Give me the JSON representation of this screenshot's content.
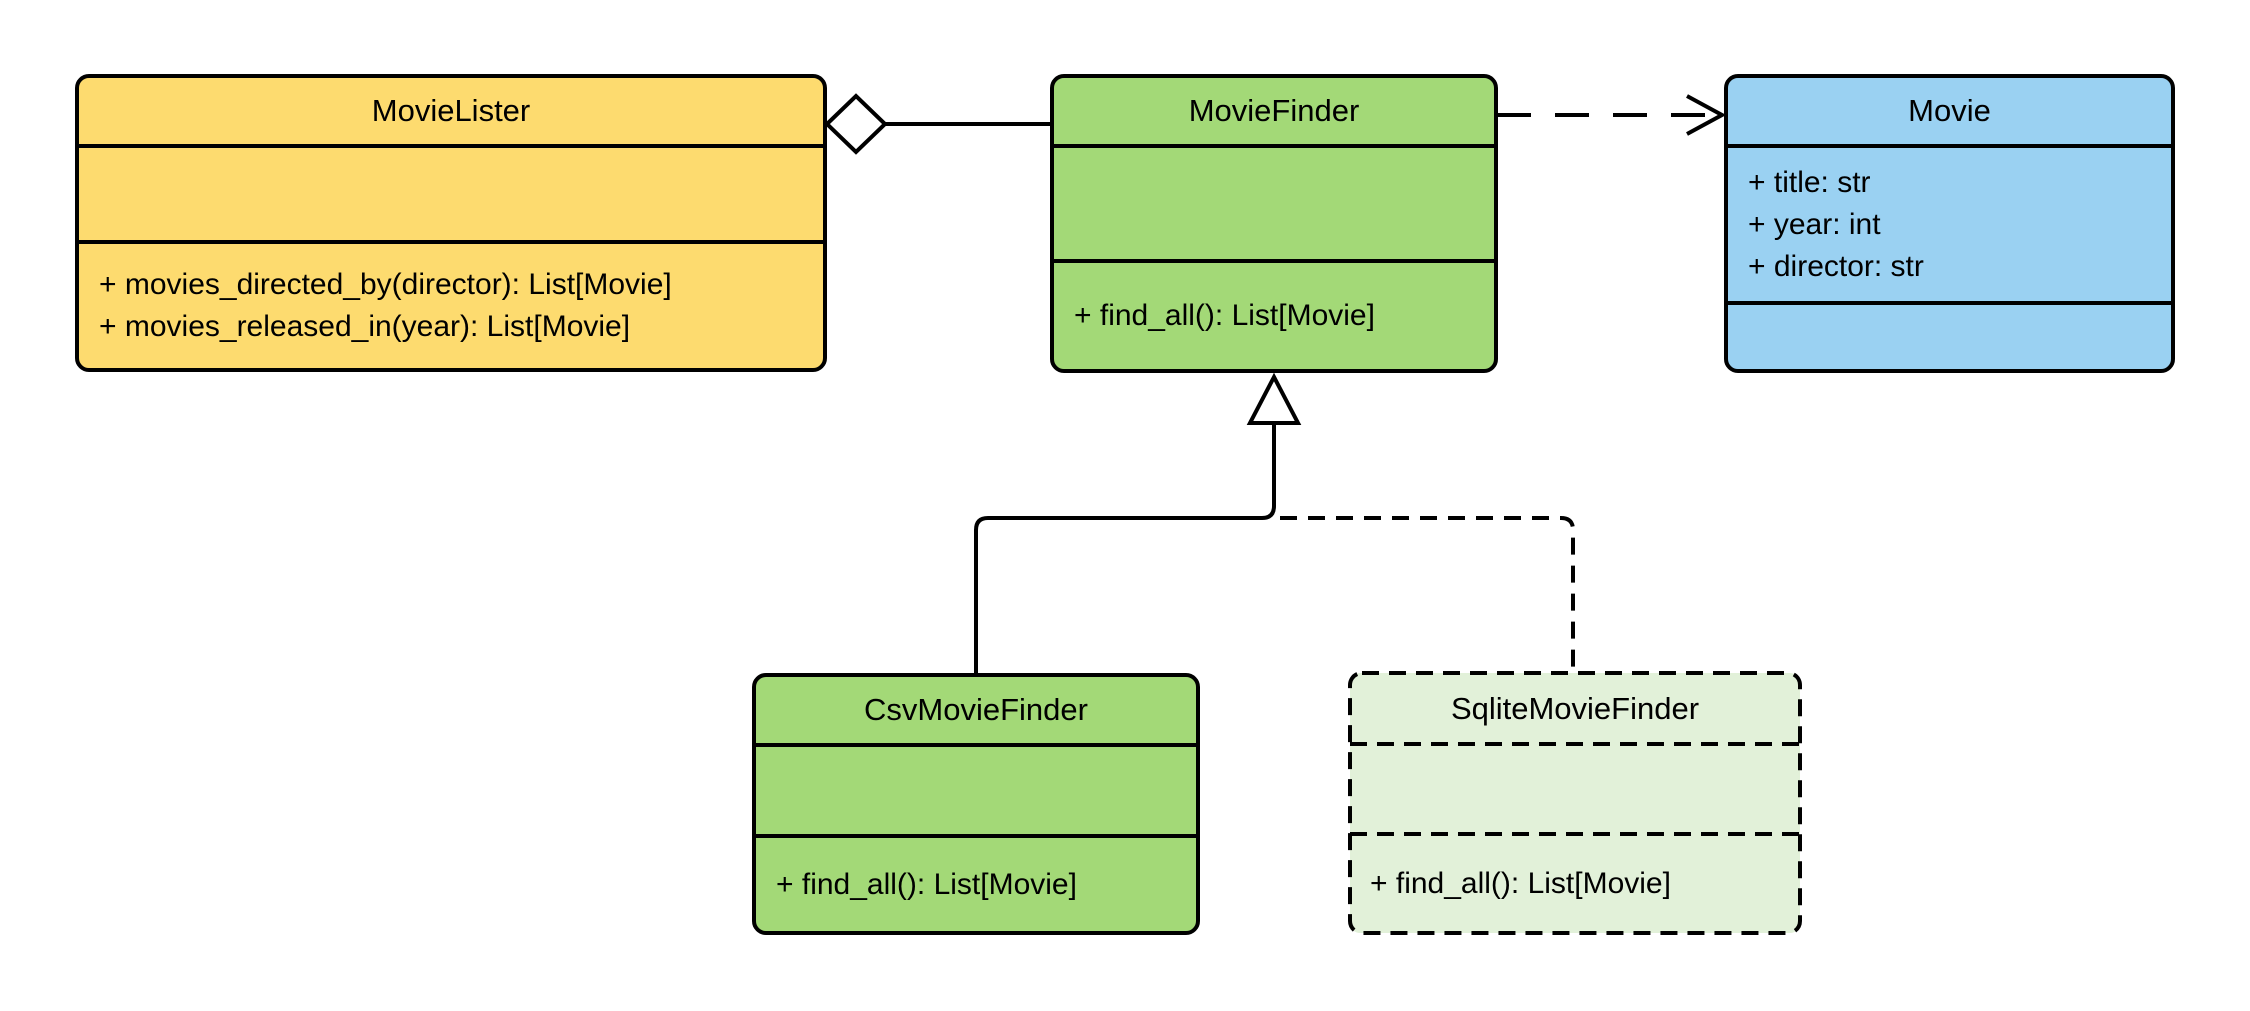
{
  "classes": {
    "movie_lister": {
      "name": "MovieLister",
      "attributes": [],
      "methods": [
        "+ movies_directed_by(director): List[Movie]",
        "+ movies_released_in(year): List[Movie]"
      ]
    },
    "movie_finder": {
      "name": "MovieFinder",
      "attributes": [],
      "methods": [
        "+ find_all(): List[Movie]"
      ]
    },
    "movie": {
      "name": "Movie",
      "attributes": [
        "+ title: str",
        "+ year: int",
        "+ director: str"
      ],
      "methods": []
    },
    "csv_movie_finder": {
      "name": "CsvMovieFinder",
      "attributes": [],
      "methods": [
        "+ find_all(): List[Movie]"
      ]
    },
    "sqlite_movie_finder": {
      "name": "SqliteMovieFinder",
      "attributes": [],
      "methods": [
        "+ find_all(): List[Movie]"
      ]
    }
  },
  "relationships": [
    {
      "type": "aggregation",
      "whole": "MovieLister",
      "part": "MovieFinder",
      "line": "solid",
      "marker": "hollow-diamond-at-MovieLister"
    },
    {
      "type": "dependency",
      "from": "MovieFinder",
      "to": "Movie",
      "line": "dashed",
      "marker": "open-arrow-at-Movie"
    },
    {
      "type": "generalization",
      "child": "CsvMovieFinder",
      "parent": "MovieFinder",
      "line": "solid",
      "marker": "hollow-triangle-at-MovieFinder"
    },
    {
      "type": "generalization",
      "child": "SqliteMovieFinder",
      "parent": "MovieFinder",
      "line": "dashed",
      "marker": "hollow-triangle-at-MovieFinder"
    }
  ],
  "colors": {
    "movie_lister_fill": "#FDDB6F",
    "movie_finder_fill": "#A3D977",
    "movie_fill": "#9AD1F2",
    "csv_movie_finder_fill": "#A3D977",
    "sqlite_movie_finder_fill": "#E2F1D9",
    "line_color": "#000000",
    "background": "#FFFFFF"
  }
}
